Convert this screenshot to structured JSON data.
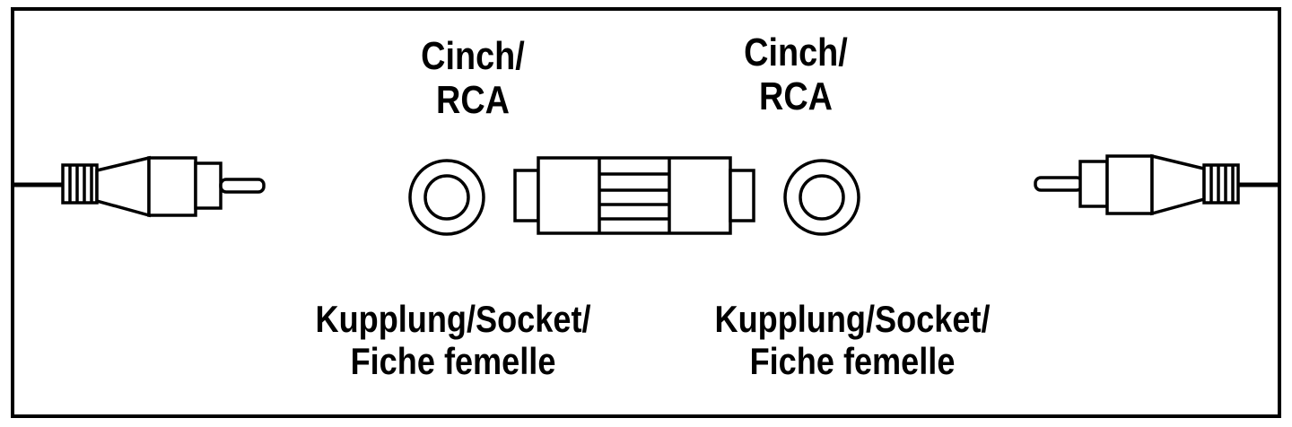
{
  "labels": {
    "left_top": {
      "line1": "Cinch/",
      "line2": "RCA"
    },
    "right_top": {
      "line1": "Cinch/",
      "line2": "RCA"
    },
    "left_bottom": {
      "line1": "Kupplung/Socket/",
      "line2": "Fiche femelle"
    },
    "right_bottom": {
      "line1": "Kupplung/Socket/",
      "line2": "Fiche femelle"
    }
  },
  "colors": {
    "stroke": "#000000",
    "background": "#ffffff"
  }
}
